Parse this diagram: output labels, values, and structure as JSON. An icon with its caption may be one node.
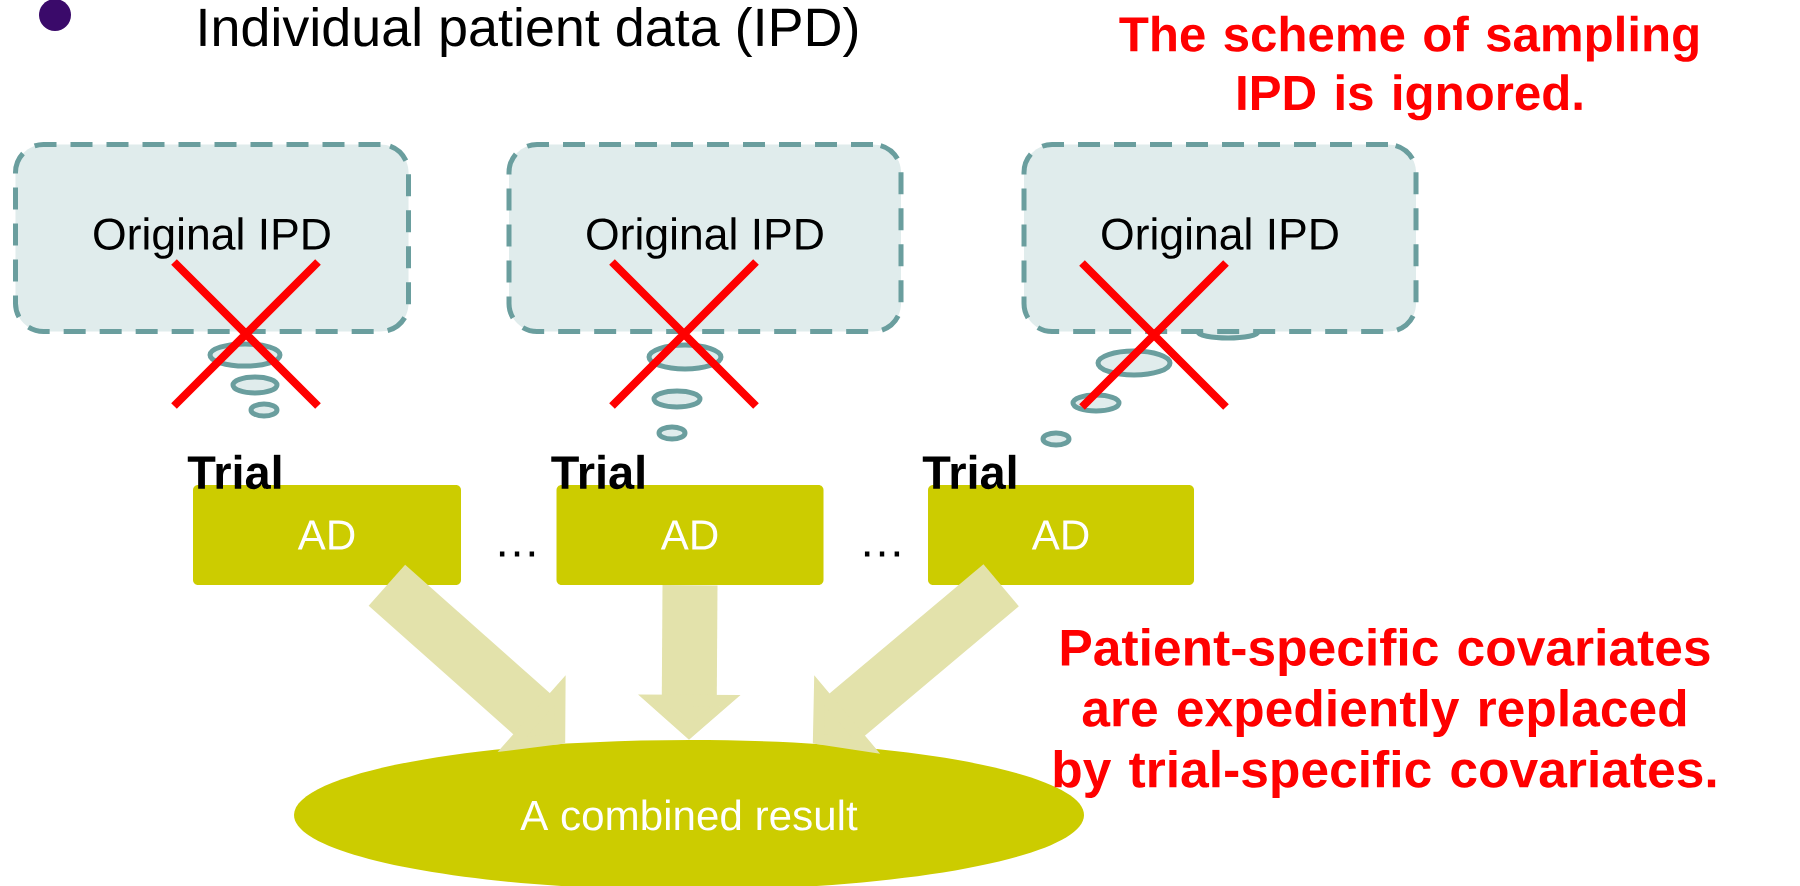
{
  "diagram": {
    "nodes": [
      {
        "text": [
          "Original IPD"
        ]
      },
      {
        "text": [
          "Original IPD"
        ]
      },
      {
        "text": [
          "Original IPD"
        ]
      },
      {
        "text": [
          "Trial",
          "AD"
        ]
      },
      {
        "text": [
          "Trial",
          "AD"
        ]
      },
      {
        "text": [
          "Trial",
          "AD"
        ]
      },
      {
        "text": [
          "A combined result"
        ]
      }
    ],
    "edges": [
      {
        "from": 3,
        "to": 6,
        "arrow": "to"
      },
      {
        "from": 4,
        "to": 6,
        "arrow": "to"
      },
      {
        "from": 5,
        "to": 6,
        "arrow": "to"
      }
    ],
    "labels": [
      "Individual patient data (IPD)",
      "The scheme of sampling IPD is ignored.",
      "…",
      "…",
      "Patient-specific covariates are expediently replaced by trial-specific covariates."
    ]
  }
}
